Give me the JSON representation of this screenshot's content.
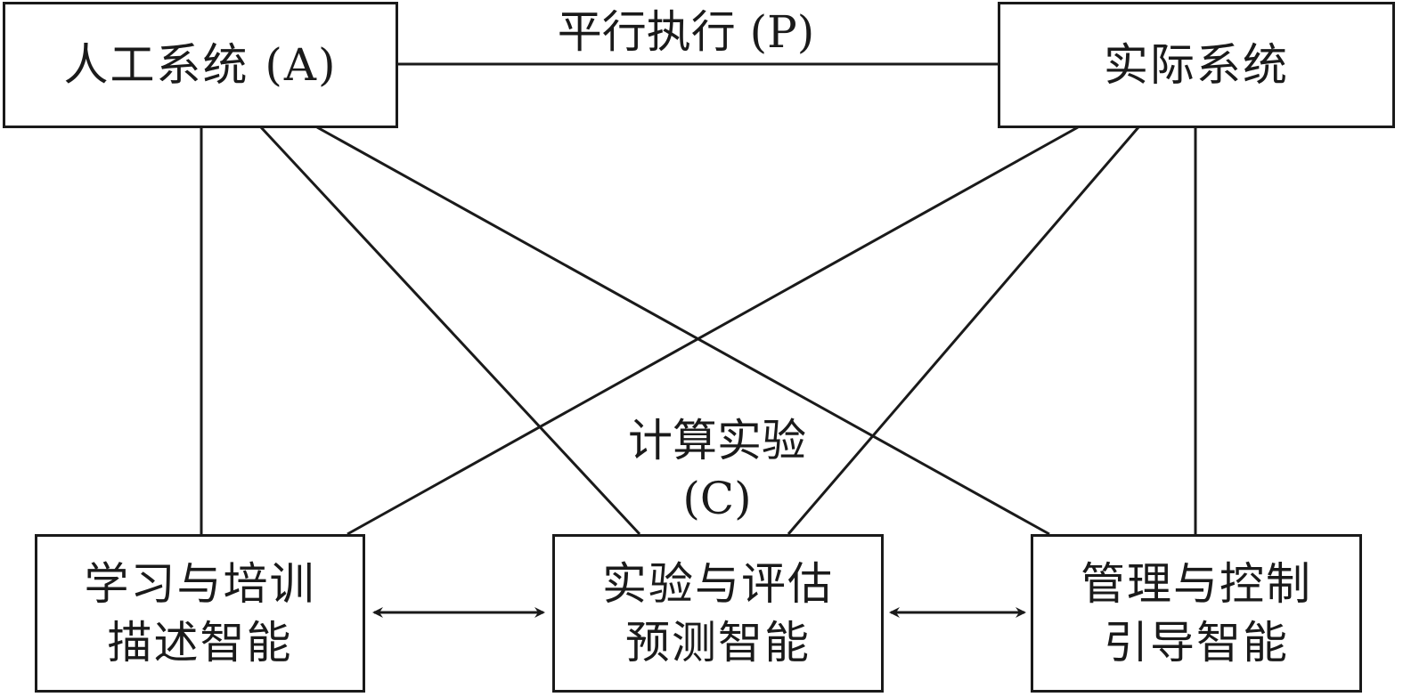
{
  "nodes": {
    "artificial_system": {
      "label": "人工系统 (A)"
    },
    "actual_system": {
      "label": "实际系统"
    },
    "learning_training": {
      "line1": "学习与培训",
      "line2": "描述智能"
    },
    "experiment_evaluation": {
      "line1": "实验与评估",
      "line2": "预测智能"
    },
    "management_control": {
      "line1": "管理与控制",
      "line2": "引导智能"
    }
  },
  "labels": {
    "parallel_execution": "平行执行 (P)",
    "computational_experiment_line1": "计算实验",
    "computational_experiment_line2": "(C)"
  }
}
